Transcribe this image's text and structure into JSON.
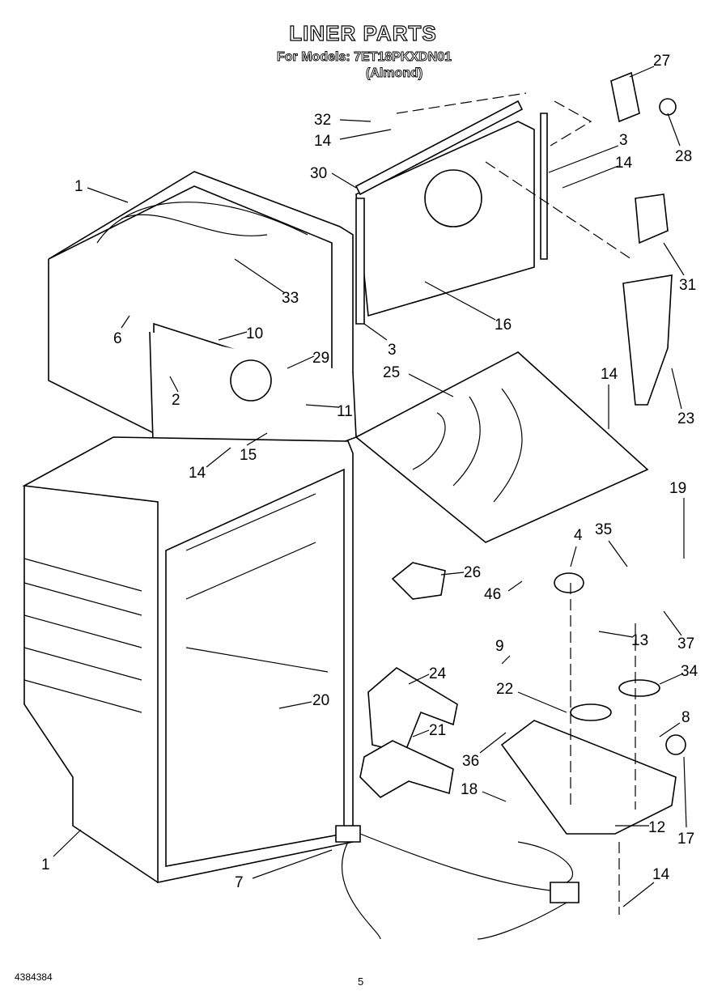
{
  "header": {
    "title": "LINER PARTS",
    "models": "For Models: 7ET18PKXDN01",
    "color": "(Almond)"
  },
  "footer": {
    "doc_number": "4384384",
    "page": "5"
  },
  "callouts": [
    "1",
    "33",
    "6",
    "10",
    "29",
    "2",
    "11",
    "15",
    "14",
    "32",
    "14",
    "30",
    "3",
    "14",
    "27",
    "28",
    "31",
    "16",
    "3",
    "25",
    "23",
    "14",
    "19",
    "35",
    "4",
    "26",
    "46",
    "37",
    "13",
    "9",
    "34",
    "24",
    "22",
    "20",
    "8",
    "21",
    "36",
    "18",
    "12",
    "17",
    "1",
    "7",
    "14"
  ]
}
